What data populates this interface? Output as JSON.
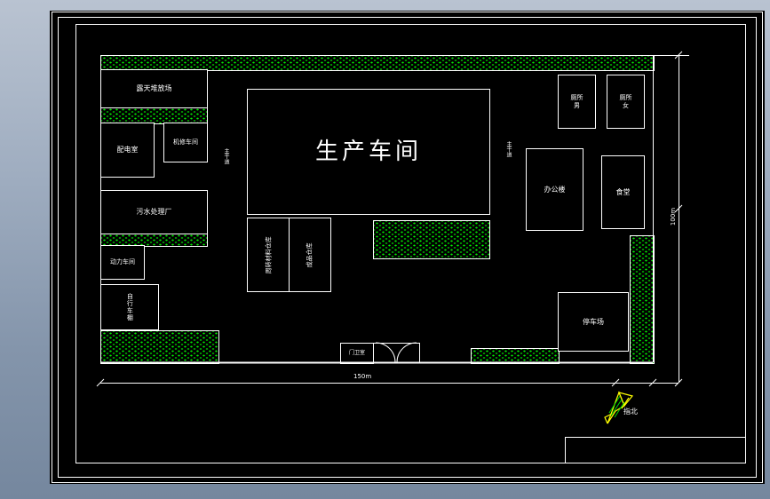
{
  "window": {
    "colors": {
      "canvas": "#000000",
      "line": "#ffffff",
      "hatch_green": "#00ff00",
      "north_arrow_yellow": "#ffff00",
      "chrome_top": "#b9c3d1",
      "chrome_bottom": "#75879e"
    }
  },
  "plan": {
    "rooms": {
      "open_yard": "露天堆放场",
      "power_distribution": "配电室",
      "machine_repair": "机修车间",
      "sewage_plant": "污水处理厂",
      "power_workshop": "动力车间",
      "bike_shed": "自行车棚",
      "production_workshop": "生产车间",
      "turnover_material_warehouse": "周转材料仓库",
      "finished_goods_warehouse": "成品仓库",
      "office_building": "办公楼",
      "canteen": "食堂",
      "toilet_male": {
        "line1": "厕所",
        "line2": "男"
      },
      "toilet_female": {
        "line1": "厕所",
        "line2": "女"
      },
      "parking": "停车场",
      "gate_house": "门卫室"
    },
    "roads": {
      "left": "主干道",
      "right": "主干道"
    },
    "dimensions": {
      "bottom": "150m",
      "right": "100m"
    },
    "north": {
      "label": "指北"
    }
  }
}
